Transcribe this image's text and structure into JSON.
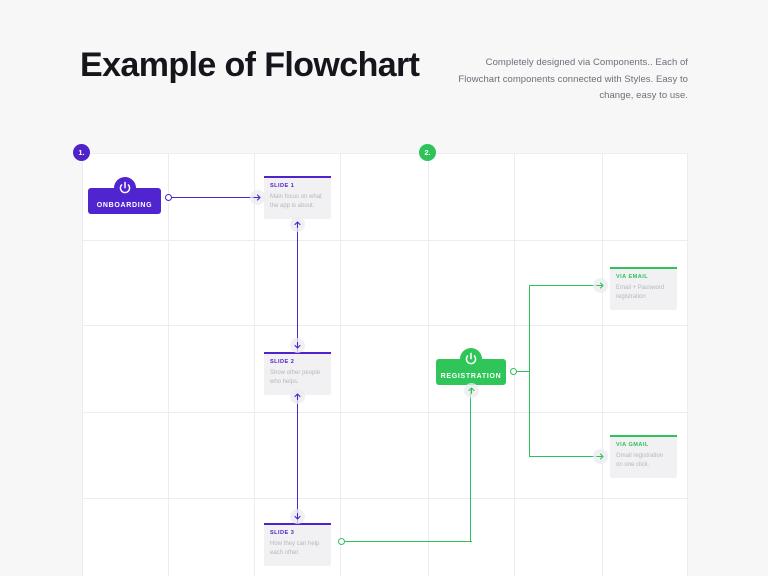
{
  "header": {
    "title": "Example of Flowchart",
    "intro": "Completely designed via Components.. Each of Flowchart components connected with Styles. Easy to change, easy to use."
  },
  "colors": {
    "purple": "#4f23c9",
    "green": "#2ec25a",
    "background": "#f7f7f7",
    "canvas": "#ffffff",
    "card_bg": "#f1f1f3",
    "grid_line": "#ededf0",
    "title": "#15161c",
    "muted_text": "#b6b7bd"
  },
  "badges": [
    {
      "id": "step-1",
      "label": "1.",
      "color": "#4f23c9"
    },
    {
      "id": "step-2",
      "label": "2.",
      "color": "#2ec25a"
    }
  ],
  "nodes": [
    {
      "id": "onboarding",
      "label": "ONBOARDING",
      "color": "#5024cf",
      "icon": "power-icon"
    },
    {
      "id": "registration",
      "label": "REGISTRATION",
      "color": "#30c558",
      "icon": "power-icon"
    }
  ],
  "cards": [
    {
      "id": "slide-1",
      "title": "SLIDE 1",
      "body": "Main focus on what the app is about.",
      "accent": "#4f23c9"
    },
    {
      "id": "slide-2",
      "title": "SLIDE 2",
      "body": "Show other people who helps.",
      "accent": "#4f23c9"
    },
    {
      "id": "slide-3",
      "title": "SLIDE 3",
      "body": "How they can help each other.",
      "accent": "#4f23c9"
    },
    {
      "id": "via-email",
      "title": "VIA EMAIL",
      "body": "Email + Password registration",
      "accent": "#2ec25a"
    },
    {
      "id": "via-gmail",
      "title": "VIA GMAIL",
      "body": "Gmail registration on one click.",
      "accent": "#2ec25a"
    }
  ],
  "connections": [
    {
      "from": "onboarding",
      "to": "slide-1",
      "color": "#4f23c9",
      "style": "single-arrow"
    },
    {
      "from": "slide-1",
      "to": "slide-2",
      "color": "#4f23c9",
      "style": "double-arrow"
    },
    {
      "from": "slide-2",
      "to": "slide-3",
      "color": "#4f23c9",
      "style": "double-arrow"
    },
    {
      "from": "slide-3",
      "to": "registration",
      "color": "#2ec25a",
      "style": "single-arrow"
    },
    {
      "from": "registration",
      "to": "via-email",
      "color": "#2ec25a",
      "style": "single-arrow"
    },
    {
      "from": "registration",
      "to": "via-gmail",
      "color": "#2ec25a",
      "style": "single-arrow"
    }
  ],
  "grid": {
    "columns": 7,
    "rows": 5
  }
}
